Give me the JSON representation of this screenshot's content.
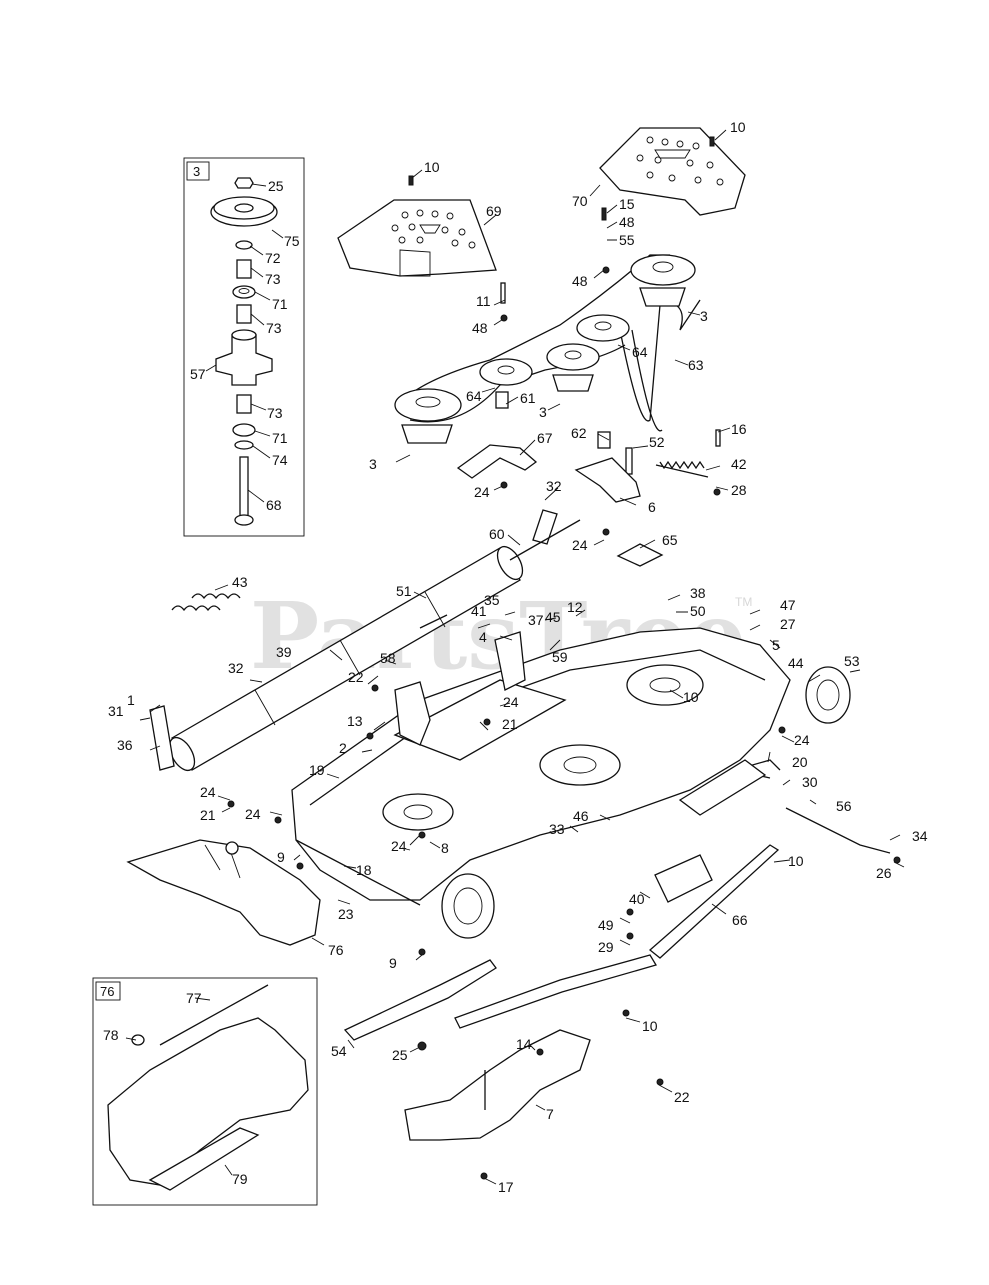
{
  "watermark": {
    "text": "PartsTree",
    "tm": "TM"
  },
  "inset_boxes": [
    {
      "id": "inset-3",
      "tag": "3"
    },
    {
      "id": "inset-76",
      "tag": "76"
    }
  ],
  "callouts": [
    {
      "id": "c1",
      "label": "10"
    },
    {
      "id": "c2",
      "label": "70"
    },
    {
      "id": "c3",
      "label": "10"
    },
    {
      "id": "c4",
      "label": "69"
    },
    {
      "id": "c5",
      "label": "15"
    },
    {
      "id": "c6",
      "label": "48"
    },
    {
      "id": "c7",
      "label": "55"
    },
    {
      "id": "c8",
      "label": "48"
    },
    {
      "id": "c9",
      "label": "11"
    },
    {
      "id": "c10",
      "label": "48"
    },
    {
      "id": "c11",
      "label": "3"
    },
    {
      "id": "c12",
      "label": "63"
    },
    {
      "id": "c13",
      "label": "64"
    },
    {
      "id": "c14",
      "label": "64"
    },
    {
      "id": "c15",
      "label": "61"
    },
    {
      "id": "c16",
      "label": "3"
    },
    {
      "id": "c17",
      "label": "3"
    },
    {
      "id": "c18",
      "label": "67"
    },
    {
      "id": "c19",
      "label": "62"
    },
    {
      "id": "c20",
      "label": "52"
    },
    {
      "id": "c21",
      "label": "16"
    },
    {
      "id": "c22",
      "label": "42"
    },
    {
      "id": "c23",
      "label": "28"
    },
    {
      "id": "c24",
      "label": "24"
    },
    {
      "id": "c25",
      "label": "32"
    },
    {
      "id": "c26",
      "label": "6"
    },
    {
      "id": "c27",
      "label": "60"
    },
    {
      "id": "c28",
      "label": "24"
    },
    {
      "id": "c29",
      "label": "65"
    },
    {
      "id": "c30",
      "label": "43"
    },
    {
      "id": "c31",
      "label": "51"
    },
    {
      "id": "c32",
      "label": "35"
    },
    {
      "id": "c33",
      "label": "41"
    },
    {
      "id": "c34",
      "label": "45"
    },
    {
      "id": "c35",
      "label": "12"
    },
    {
      "id": "c36",
      "label": "38"
    },
    {
      "id": "c37",
      "label": "50"
    },
    {
      "id": "c38",
      "label": "47"
    },
    {
      "id": "c39",
      "label": "27"
    },
    {
      "id": "c40",
      "label": "4"
    },
    {
      "id": "c41",
      "label": "37"
    },
    {
      "id": "c42",
      "label": "59"
    },
    {
      "id": "c43",
      "label": "5"
    },
    {
      "id": "c44",
      "label": "44"
    },
    {
      "id": "c45",
      "label": "53"
    },
    {
      "id": "c46",
      "label": "39"
    },
    {
      "id": "c47",
      "label": "58"
    },
    {
      "id": "c48",
      "label": "32"
    },
    {
      "id": "c49",
      "label": "22"
    },
    {
      "id": "c50",
      "label": "24"
    },
    {
      "id": "c51",
      "label": "10"
    },
    {
      "id": "c52",
      "label": "1"
    },
    {
      "id": "c53",
      "label": "31"
    },
    {
      "id": "c54",
      "label": "13"
    },
    {
      "id": "c55",
      "label": "21"
    },
    {
      "id": "c56",
      "label": "24"
    },
    {
      "id": "c57",
      "label": "36"
    },
    {
      "id": "c58",
      "label": "2"
    },
    {
      "id": "c59",
      "label": "19"
    },
    {
      "id": "c60",
      "label": "20"
    },
    {
      "id": "c61",
      "label": "30"
    },
    {
      "id": "c62",
      "label": "56"
    },
    {
      "id": "c63",
      "label": "24"
    },
    {
      "id": "c64",
      "label": "21"
    },
    {
      "id": "c65",
      "label": "24"
    },
    {
      "id": "c66",
      "label": "46"
    },
    {
      "id": "c67",
      "label": "33"
    },
    {
      "id": "c68",
      "label": "24"
    },
    {
      "id": "c69",
      "label": "8"
    },
    {
      "id": "c70",
      "label": "34"
    },
    {
      "id": "c71",
      "label": "9"
    },
    {
      "id": "c72",
      "label": "18"
    },
    {
      "id": "c73",
      "label": "26"
    },
    {
      "id": "c74",
      "label": "10"
    },
    {
      "id": "c75",
      "label": "23"
    },
    {
      "id": "c76",
      "label": "40"
    },
    {
      "id": "c77",
      "label": "76"
    },
    {
      "id": "c78",
      "label": "66"
    },
    {
      "id": "c79",
      "label": "49"
    },
    {
      "id": "c80",
      "label": "29"
    },
    {
      "id": "c81",
      "label": "9"
    },
    {
      "id": "c82",
      "label": "77"
    },
    {
      "id": "c83",
      "label": "78"
    },
    {
      "id": "c84",
      "label": "54"
    },
    {
      "id": "c85",
      "label": "25"
    },
    {
      "id": "c86",
      "label": "10"
    },
    {
      "id": "c87",
      "label": "14"
    },
    {
      "id": "c88",
      "label": "22"
    },
    {
      "id": "c89",
      "label": "7"
    },
    {
      "id": "c90",
      "label": "79"
    },
    {
      "id": "c91",
      "label": "17"
    },
    {
      "id": "i1",
      "label": "25"
    },
    {
      "id": "i2",
      "label": "75"
    },
    {
      "id": "i3",
      "label": "72"
    },
    {
      "id": "i4",
      "label": "73"
    },
    {
      "id": "i5",
      "label": "71"
    },
    {
      "id": "i6",
      "label": "73"
    },
    {
      "id": "i7",
      "label": "57"
    },
    {
      "id": "i8",
      "label": "73"
    },
    {
      "id": "i9",
      "label": "71"
    },
    {
      "id": "i10",
      "label": "74"
    },
    {
      "id": "i11",
      "label": "68"
    }
  ]
}
